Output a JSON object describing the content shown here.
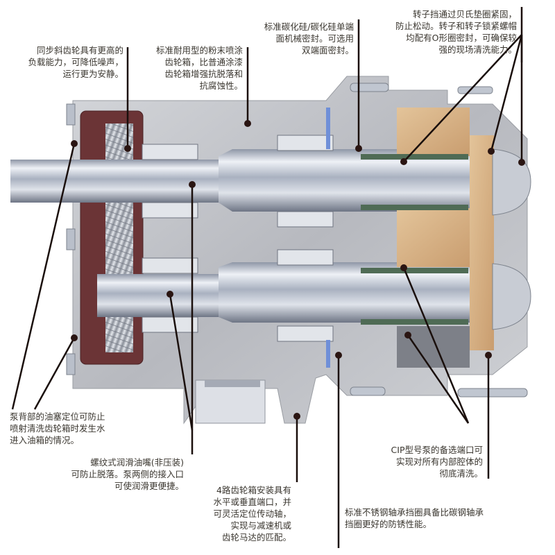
{
  "diagram": {
    "type": "cutaway-diagram",
    "subject": "rotary lobe pump gearbox and pump head cross-section",
    "colors": {
      "casing": "#c9cbd0",
      "casing_dark": "#9ea1a8",
      "gear_housing": "#6b3436",
      "shaft": "#b9c0cc",
      "rotor_body": "#d9b48a",
      "seal_green": "#4f6b55",
      "seal_blue": "#6f8fd8",
      "leader_line": "#1a0f0c",
      "text": "#3a362f"
    },
    "annotations": [
      {
        "id": "helical-gears",
        "text": "同步斜齿轮具有更高的\n负载能力，可降低噪声，\n运行更为安静。"
      },
      {
        "id": "powder-coated-gearbox",
        "text": "标准耐用型的粉末喷涂\n齿轮箱，比普通涂漆\n齿轮箱增强抗脱落和\n抗腐蚀性。"
      },
      {
        "id": "mechanical-seal",
        "text": "标准碳化硅/碳化硅单端\n面机械密封。可选用\n双端面密封。"
      },
      {
        "id": "rotor-retainer",
        "text": "转子挡通过贝氏垫圈紧固，\n防止松动。转子和转子锁紧螺帽\n均配有O形圈密封，可确保较\n强的现场清洗能力。"
      },
      {
        "id": "oil-plug",
        "text": "泵背部的油塞定位可防止\n喷射清洗齿轮箱时发生水\n进入油箱的情况。"
      },
      {
        "id": "grease-fitting",
        "text": "螺纹式润滑油嘴(非压装)\n可防止脱落。泵两侧的接入口\n可使润滑更便捷。"
      },
      {
        "id": "gearbox-mounting",
        "text": "4路齿轮箱安装具有\n水平或垂直端口，并\n可灵活定位传动轴，\n实现与减速机或\n齿轮马达的匹配。"
      },
      {
        "id": "bearing-retainer",
        "text": "标准不锈钢轴承挡圈具备比碳钢轴承\n挡圈更好的防锈性能。"
      },
      {
        "id": "cip-ports",
        "text": "CIP型号泵的备选端口可\n实现对所有内部腔体的\n彻底清洗。"
      }
    ]
  }
}
